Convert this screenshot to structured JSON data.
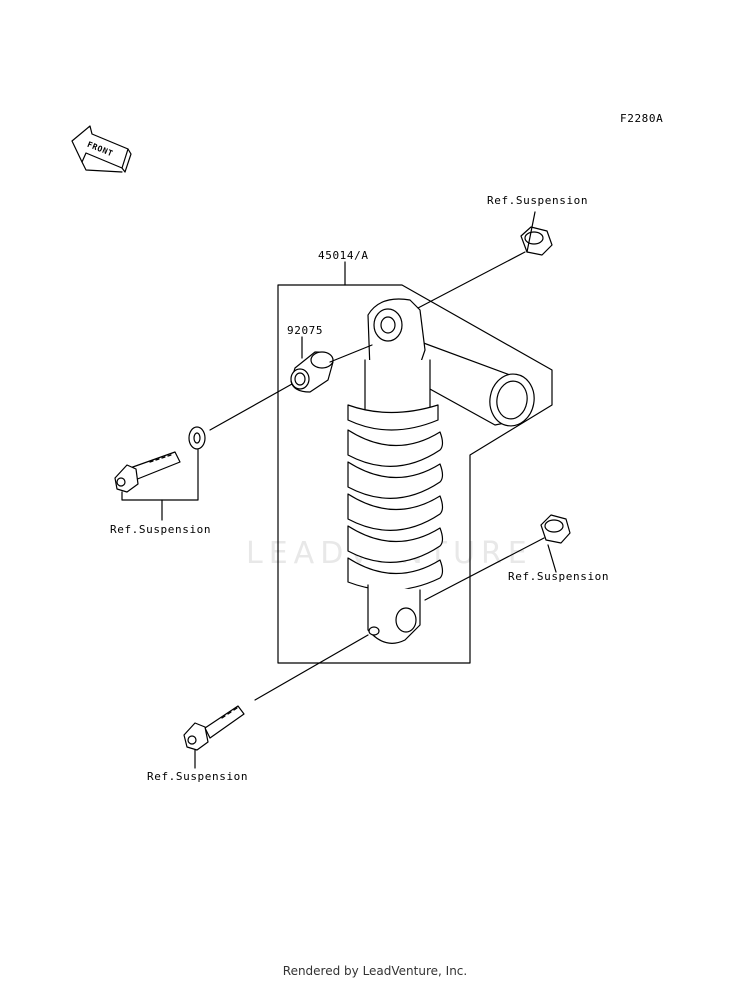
{
  "diagram_code": "F2280A",
  "front_arrow_label": "FRONT",
  "watermark": "LEADVENTURE",
  "footer": "Rendered by LeadVenture, Inc.",
  "parts": {
    "shock_absorber": "45014/A",
    "collar": "92075"
  },
  "references": {
    "upper_nut": "Ref.Suspension",
    "upper_bolt_washer": "Ref.Suspension",
    "lower_nut": "Ref.Suspension",
    "lower_bolt": "Ref.Suspension"
  },
  "colors": {
    "line": "#000000",
    "background": "#ffffff",
    "watermark": "#e8e8e8"
  }
}
